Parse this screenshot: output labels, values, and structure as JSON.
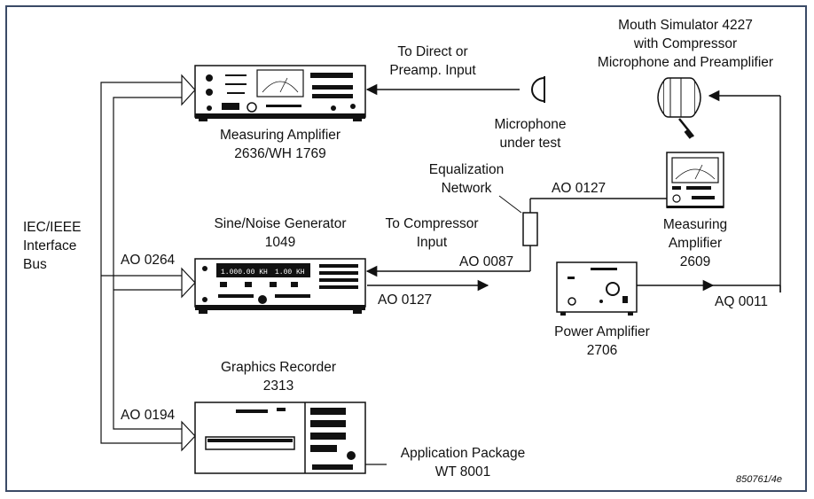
{
  "labels": {
    "measuring_amp_top": [
      "Measuring Amplifier",
      "2636/WH 1769"
    ],
    "to_direct": [
      "To Direct or",
      "Preamp. Input"
    ],
    "microphone": [
      "Microphone",
      "under test"
    ],
    "mouth_sim": [
      "Mouth Simulator 4227",
      "with Compressor",
      "Microphone and Preamplifier"
    ],
    "equalization": [
      "Equalization",
      "Network"
    ],
    "ao0127_top": "AO 0127",
    "measuring_amp_right": [
      "Measuring",
      "Amplifier",
      "2609"
    ],
    "iec_bus": [
      "IEC/IEEE",
      "Interface",
      "Bus"
    ],
    "sine_noise": [
      "Sine/Noise Generator",
      "1049"
    ],
    "to_compressor": [
      "To Compressor",
      "Input"
    ],
    "ao0264": "AO 0264",
    "ao0087": "AO 0087",
    "ao0127_bottom": "AO 0127",
    "aq0011": "AQ 0011",
    "power_amp": [
      "Power Amplifier",
      "2706"
    ],
    "graphics_recorder": [
      "Graphics Recorder",
      "2313"
    ],
    "ao0194": "AO 0194",
    "app_package": [
      "Application Package",
      "WT 8001"
    ],
    "figure_ref": "850761/4e"
  },
  "display": {
    "generator_readout_1": "1.000.00 KH",
    "generator_readout_2": "1.00 KH"
  }
}
